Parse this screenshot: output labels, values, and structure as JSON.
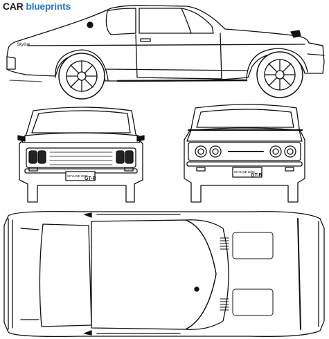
{
  "brand": {
    "name_part1": "CAR",
    "name_part2": "blueprints"
  },
  "colors": {
    "brand_dark": "#1a1a1a",
    "brand_blue": "#2a78c8",
    "line": "#111111",
    "background": "#ffffff"
  },
  "badges": {
    "side_script": "Skyline",
    "front_plate": "SKYLINE 2000",
    "front_plate_gt": "GT-R",
    "rear_plate": "SKYLINE 2000",
    "rear_plate_gt": "GT-R"
  },
  "views": [
    "side-view",
    "front-view",
    "rear-view",
    "top-view"
  ]
}
